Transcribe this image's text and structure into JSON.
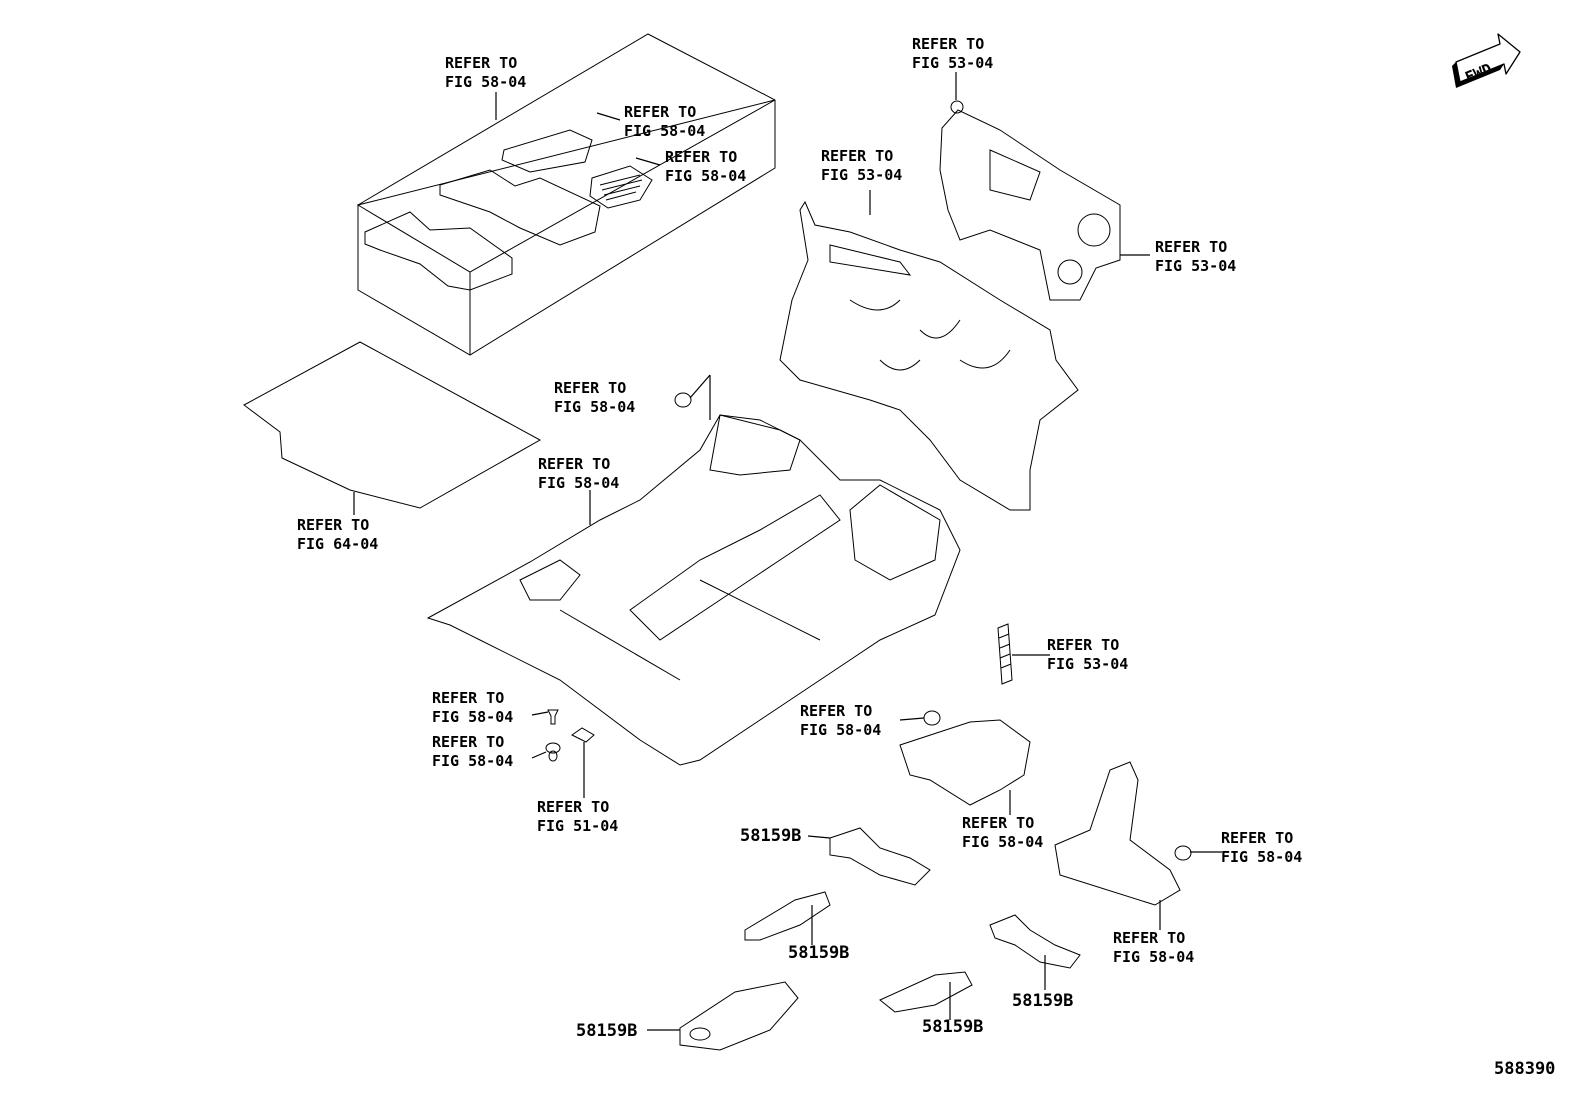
{
  "refer_labels": [
    {
      "id": "r1",
      "line1": "REFER TO",
      "line2": "FIG 58-04"
    },
    {
      "id": "r2",
      "line1": "REFER TO",
      "line2": "FIG 58-04"
    },
    {
      "id": "r3",
      "line1": "REFER TO",
      "line2": "FIG 58-04"
    },
    {
      "id": "r4",
      "line1": "REFER TO",
      "line2": "FIG 53-04"
    },
    {
      "id": "r5",
      "line1": "REFER TO",
      "line2": "FIG 53-04"
    },
    {
      "id": "r6",
      "line1": "REFER TO",
      "line2": "FIG 53-04"
    },
    {
      "id": "r7",
      "line1": "REFER TO",
      "line2": "FIG 58-04"
    },
    {
      "id": "r8",
      "line1": "REFER TO",
      "line2": "FIG 58-04"
    },
    {
      "id": "r9",
      "line1": "REFER TO",
      "line2": "FIG 64-04"
    },
    {
      "id": "r10",
      "line1": "REFER TO",
      "line2": "FIG 53-04"
    },
    {
      "id": "r11",
      "line1": "REFER TO",
      "line2": "FIG 58-04"
    },
    {
      "id": "r12",
      "line1": "REFER TO",
      "line2": "FIG 58-04"
    },
    {
      "id": "r13",
      "line1": "REFER TO",
      "line2": "FIG 58-04"
    },
    {
      "id": "r14",
      "line1": "REFER TO",
      "line2": "FIG 51-04"
    },
    {
      "id": "r15",
      "line1": "REFER TO",
      "line2": "FIG 58-04"
    },
    {
      "id": "r16",
      "line1": "REFER TO",
      "line2": "FIG 58-04"
    },
    {
      "id": "r17",
      "line1": "REFER TO",
      "line2": "FIG 58-04"
    }
  ],
  "part_numbers": [
    "58159B",
    "58159B",
    "58159B",
    "58159B",
    "58159B"
  ],
  "fwd_label": "FWD",
  "diagram_id": "588390"
}
